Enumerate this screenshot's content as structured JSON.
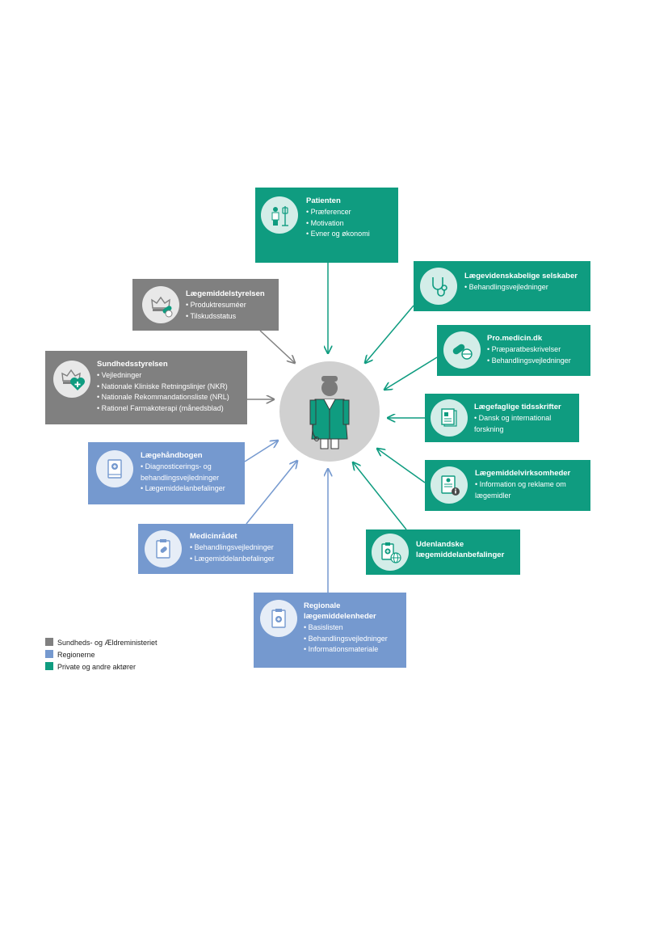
{
  "colors": {
    "ministry": "#808080",
    "regions": "#7599cf",
    "private": "#0f9c80",
    "doctor_circle": "#d0d0d0"
  },
  "boxes": {
    "patienten": {
      "title": "Patienten",
      "icon": "patient-iv-icon",
      "items": [
        "Præferencer",
        "Motivation",
        "Evner og økonomi"
      ]
    },
    "laegemiddelstyrelsen": {
      "title": "Lægemiddelstyrelsen",
      "icon": "crown-pill-icon",
      "items": [
        "Produktresuméer",
        "Tilskudsstatus"
      ]
    },
    "sundhedsstyrelsen": {
      "title": "Sundhedsstyrelsen",
      "icon": "crown-heart-cross-icon",
      "items": [
        "Vejledninger",
        "Nationale Kliniske Retningslinjer (NKR)",
        "Nationale Rekommandationsliste (NRL)",
        "Rationel Farmakoterapi (månedsblad)"
      ]
    },
    "laegehaandbogen": {
      "title": "Lægehåndbogen",
      "icon": "book-cross-icon",
      "items": [
        "Diagnosticerings- og behandlingsvejledninger",
        "Lægemiddelanbefalinger"
      ]
    },
    "medicinraadet": {
      "title": "Medicinrådet",
      "icon": "clipboard-pill-icon",
      "items": [
        "Behandlingsvejledninger",
        "Lægemiddelanbefalinger"
      ]
    },
    "regionale": {
      "title": "Regionale lægemiddelenheder",
      "icon": "clipboard-cross-icon",
      "items": [
        "Basislisten",
        "Behandlingsvejledninger",
        "Informationsmateriale"
      ]
    },
    "selskaber": {
      "title": "Lægevidenskabelige selskaber",
      "icon": "stethoscope-icon",
      "items": [
        "Behandlingsvejledninger"
      ]
    },
    "promedicin": {
      "title": "Pro.medicin.dk",
      "icon": "pill-tablet-icon",
      "items": [
        "Præparatbeskrivelser",
        "Behandlingsvejledninger"
      ]
    },
    "tidsskrifter": {
      "title": "Lægefaglige tidsskrifter",
      "icon": "journal-icon",
      "items": [
        "Dansk og international forskning"
      ]
    },
    "virksomheder": {
      "title": "Lægemiddelvirksomheder",
      "icon": "document-info-icon",
      "items": [
        "Information og reklame om lægemidler"
      ]
    },
    "udenlandske": {
      "title": "Udenlandske lægemiddelanbefalinger",
      "icon": "clipboard-globe-icon",
      "items": []
    }
  },
  "center": {
    "icon": "doctor-icon"
  },
  "legend": [
    {
      "label": "Sundheds- og Ældreministeriet",
      "color": "#808080"
    },
    {
      "label": "Regionerne",
      "color": "#7599cf"
    },
    {
      "label": "Private og andre aktører",
      "color": "#0f9c80"
    }
  ]
}
